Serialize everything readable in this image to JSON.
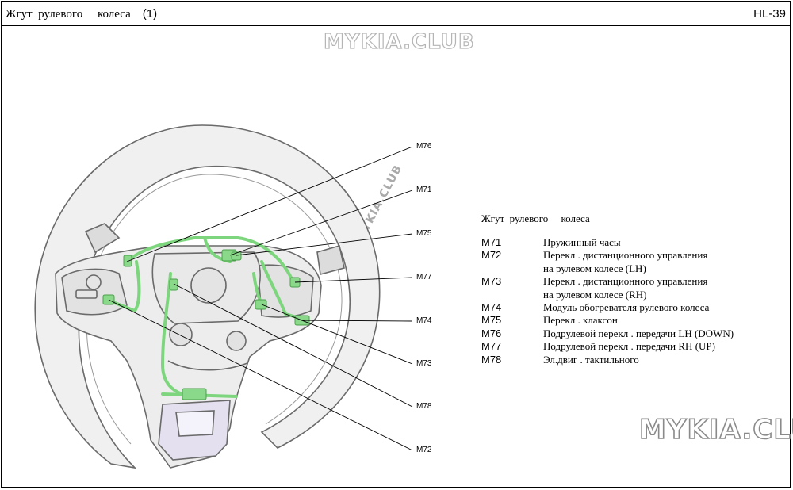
{
  "header": {
    "title": "Жгут  рулевого     колеса",
    "title_num": "(1)",
    "page_code": "HL-39"
  },
  "watermarks": {
    "top": "MYKIA.CLUB",
    "diagonal": "MYKIA.CLUB",
    "bottom": "MYKIA.CLUB"
  },
  "callouts": [
    "M76",
    "M71",
    "M75",
    "M77",
    "M74",
    "M73",
    "M78",
    "M72"
  ],
  "legend": {
    "title": "Жгут  рулевого     колеса",
    "items": [
      {
        "id": "M71",
        "desc": "Пружинный  часы"
      },
      {
        "id": "M72",
        "desc": "Перекл . дистанционного    управления\nна рулевом  колесе   (LH)"
      },
      {
        "id": "M73",
        "desc": "Перекл . дистанционного    управления\nна рулевом  колесе   (RH)"
      },
      {
        "id": "M74",
        "desc": "Модуль  обогревателя    рулевого  колеса"
      },
      {
        "id": "M75",
        "desc": "Перекл . клаксон"
      },
      {
        "id": "M76",
        "desc": "Подрулевой    перекл . передачи   LH (DOWN)"
      },
      {
        "id": "M77",
        "desc": "Подрулевой    перекл . передачи   RH (UP)"
      },
      {
        "id": "M78",
        "desc": "Эл.двиг . тактильного"
      }
    ]
  },
  "colors": {
    "harness": "#7dd67d",
    "harness_dark": "#4aa04a",
    "wheel_fill": "#f0f0f0",
    "wheel_stroke": "#6a6a6a",
    "leader": "#000000"
  }
}
